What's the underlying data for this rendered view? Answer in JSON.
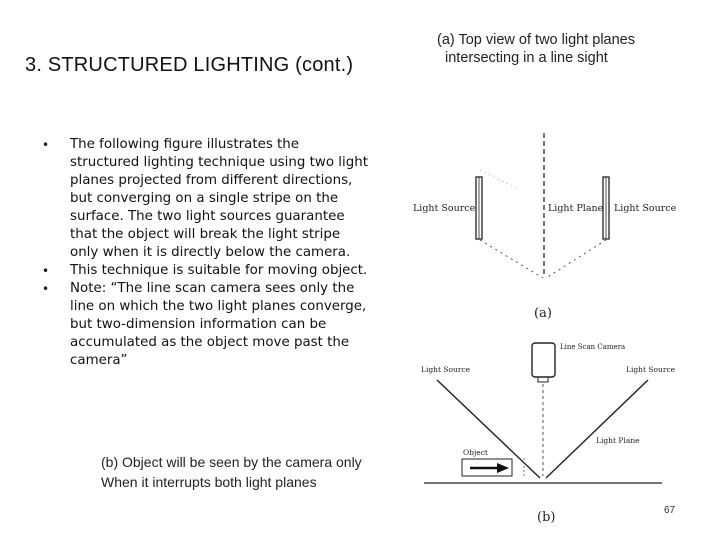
{
  "slide": {
    "title": "3. STRUCTURED LIGHTING (cont.)",
    "page_number": "67"
  },
  "caption_a": {
    "line1": "(a) Top view of two light planes",
    "line2": "intersecting in a line sight"
  },
  "bullets": [
    "The following figure illustrates the structured lighting technique using two light planes projected from different directions, but converging on a single stripe on the surface. The two light sources guarantee that the object will break the light stripe only when it is directly below the camera.",
    "This technique is suitable for moving object.",
    "Note: “The line scan camera sees only the line on which the two light planes converge, but two-dimension information can be accumulated as the object move past the camera”"
  ],
  "bullet_symbol": "•",
  "caption_b": {
    "line1": "(b) Object will be seen by the camera only",
    "line2": "When it interrupts both light planes"
  },
  "figure_a": {
    "label_left_source": "Light Source",
    "label_light_plane": "Light Plane",
    "label_right_source": "Light Source",
    "sublabel": "(a)"
  },
  "figure_b": {
    "label_camera": "Line Scan Camera",
    "label_left_source": "Light Source",
    "label_right_source": "Light Source",
    "label_light_plane": "Light Plane",
    "label_object": "Object",
    "sublabel": "(b)"
  }
}
